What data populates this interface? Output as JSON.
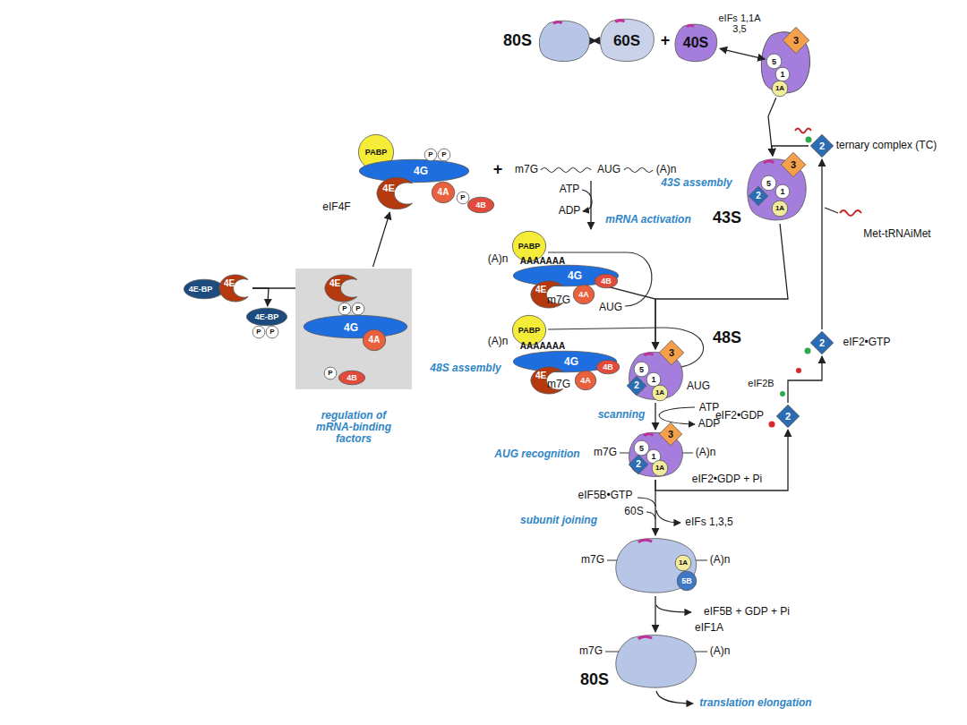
{
  "diagram": {
    "nodes": [
      {
        "text": [
          "80S"
        ]
      },
      {
        "text": [
          "60S"
        ]
      },
      {
        "text": [
          "40S"
        ]
      },
      {
        "text": [
          "3"
        ]
      },
      {
        "text": [
          "5"
        ]
      },
      {
        "text": [
          "1"
        ]
      },
      {
        "text": [
          "1A"
        ]
      },
      {
        "text": [
          "2",
          "ternary complex (TC)"
        ]
      },
      {
        "text": [
          "43S"
        ]
      },
      {
        "text": [
          "3"
        ],
        "in": 8
      },
      {
        "text": [
          "5"
        ],
        "in": 8
      },
      {
        "text": [
          "1"
        ],
        "in": 8
      },
      {
        "text": [
          "2"
        ],
        "in": 8
      },
      {
        "text": [
          "1A"
        ],
        "in": 8
      },
      {
        "text": [
          "PABP"
        ]
      },
      {
        "text": [
          "4G"
        ]
      },
      {
        "text": [
          "4E"
        ]
      },
      {
        "text": [
          "4A"
        ]
      },
      {
        "text": [
          "4B"
        ]
      },
      {
        "text": [
          "P"
        ]
      },
      {
        "text": [
          "P"
        ]
      },
      {
        "text": [
          "P"
        ]
      },
      {
        "text": [
          "PABP"
        ]
      },
      {
        "text": [
          "4G"
        ]
      },
      {
        "text": [
          "4E"
        ]
      },
      {
        "text": [
          "4A"
        ]
      },
      {
        "text": [
          "4B"
        ]
      },
      {
        "text": [
          "48S"
        ]
      },
      {
        "text": [
          "3"
        ],
        "in": 27
      },
      {
        "text": [
          "5"
        ],
        "in": 27
      },
      {
        "text": [
          "1"
        ],
        "in": 27
      },
      {
        "text": [
          "2"
        ],
        "in": 27
      },
      {
        "text": [
          "1A"
        ],
        "in": 27
      },
      {
        "text": [
          "PABP"
        ]
      },
      {
        "text": [
          "4G"
        ]
      },
      {
        "text": [
          "4E"
        ]
      },
      {
        "text": [
          "4A"
        ]
      },
      {
        "text": [
          "4B"
        ]
      },
      {
        "text": [
          "m7G",
          "(A)n"
        ]
      },
      {
        "text": [
          "3"
        ],
        "in": 38
      },
      {
        "text": [
          "5"
        ],
        "in": 38
      },
      {
        "text": [
          "1"
        ],
        "in": 38
      },
      {
        "text": [
          "2"
        ],
        "in": 38
      },
      {
        "text": [
          "1A"
        ],
        "in": 38
      },
      {
        "text": [
          "m7G",
          "(A)n"
        ]
      },
      {
        "text": [
          "1A"
        ],
        "in": 44
      },
      {
        "text": [
          "5B"
        ],
        "in": 44
      },
      {
        "text": [
          "m7G",
          "(A)n",
          "80S"
        ]
      },
      {
        "text": [
          "2",
          "eIF2•GDP"
        ]
      },
      {
        "text": [
          "2",
          "eIF2•GTP"
        ]
      },
      {
        "text": [
          "regulation of mRNA-binding factors"
        ]
      },
      {
        "text": [
          "4E"
        ],
        "in": 50
      },
      {
        "text": [
          "4G"
        ],
        "in": 50
      },
      {
        "text": [
          "P"
        ],
        "in": 50
      },
      {
        "text": [
          "P"
        ],
        "in": 50
      },
      {
        "text": [
          "4A"
        ],
        "in": 50
      },
      {
        "text": [
          "4B"
        ],
        "in": 50
      },
      {
        "text": [
          "P"
        ],
        "in": 50
      },
      {
        "text": [
          "4E-BP"
        ]
      },
      {
        "text": [
          "4E"
        ]
      },
      {
        "text": [
          "4E-BP"
        ]
      },
      {
        "text": [
          "P"
        ]
      },
      {
        "text": [
          "P"
        ]
      }
    ],
    "edges": [
      {
        "from": 0,
        "to": 1,
        "arrow": "both"
      },
      {
        "from": 2,
        "to": 4,
        "label": "eIFs 1,1A 3,5",
        "arrow": "both"
      },
      {
        "from": 6,
        "to": 8,
        "arrow": "to"
      },
      {
        "from": 7,
        "to": 8,
        "arrow": "to"
      },
      {
        "from": 23,
        "to": 27,
        "arrow": "to"
      },
      {
        "from": 8,
        "to": 27,
        "arrow": "to"
      },
      {
        "from": 27,
        "to": 38,
        "arrow": "to"
      },
      {
        "from": 38,
        "to": 44,
        "arrow": "to"
      },
      {
        "from": 44,
        "to": 47,
        "arrow": "to"
      },
      {
        "from": 38,
        "to": 48,
        "arrow": "to"
      },
      {
        "from": 48,
        "to": 49,
        "label": "eIF2B",
        "arrow": "to"
      },
      {
        "from": 49,
        "to": 7,
        "arrow": "to"
      },
      {
        "from": 50,
        "to": 16,
        "arrow": "to"
      },
      {
        "from": 59,
        "to": 51,
        "arrow": "to"
      },
      {
        "from": 59,
        "to": 60,
        "arrow": "to"
      }
    ],
    "labels": [
      "+",
      "43S assembly",
      "Met-tRNAiMet",
      "eIF4F",
      "+",
      "m7G",
      "AUG",
      "(A)n",
      "ATP",
      "ADP",
      "mRNA activation",
      "(A)n",
      "AAAAAAA",
      "m7G",
      "AUG",
      "(A)n",
      "AAAAAAA",
      "m7G",
      "AUG",
      "48S assembly",
      "scanning",
      "ATP",
      "ADP",
      "AUG recognition",
      "eIF2•GDP + Pi",
      "eIF5B•GTP",
      "60S",
      "subunit joining",
      "eIFs 1,3,5",
      "eIF5B + GDP + Pi",
      "eIF1A",
      "translation elongation"
    ]
  }
}
